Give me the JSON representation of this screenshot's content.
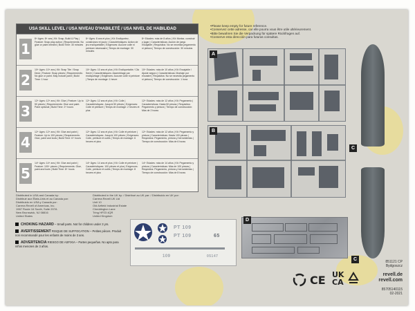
{
  "panel": {
    "heading": "USA SKILL LEVEL / USA NIVEAU D'HABILETÉ / USA NIVEL DE HABILIDAD",
    "levels": [
      {
        "number": "1",
        "en": "8+ Ages: 8+ ans | Kit: Snap, Build & Play | Feature: Snap play action | Requirements: No glue or paint needed | Build Time: 30 minutes",
        "fr": "8+ Âges: 8 ans et plus | Kit: Encliquetez, construisez et jouez | Caractéristiques: Action de jeu encliquetable | Exigences: Aucune colle ni peinture nécessaire | Temps de montage: 30 minutes",
        "es": "8+ Edades: más de 8 años | Kit: Montar, construir y jugar | Características: Acción de juego encajable | Requisitos: No se necesita pegamento ni pintura | Tiempo de construcción: 30 minutos"
      },
      {
        "number": "2",
        "en": "10+ Ages: 10+ ans | Kit: Snap Tite / Snap Deck | Feature: Snap pieces | Requirements: No glue or paint. May include paint | Build Time: 1 hour",
        "fr": "10+ Âges: 10 ans et plus | Kit: Encliquetable / Clic Serré | Caractéristiques: Assemblage par encliquetage | Exigences: Aucune colle ni peinture | Temps de montage: 1 heure",
        "es": "10+ Edades: más de 10 años | Kit: Encajable / Ajuste seguro | Características: Montaje por encastre | Requisitos: No se necesita pegamento ni pintura | Tiempo de construcción: 1 hora"
      },
      {
        "number": "3",
        "en": "12+ Ages: 12+ ans | Kit: Glue | Feature: Up to 50 pieces | Requirements: Glue and paint. Paint optional | Build Time: 2+ hours",
        "fr": "12+ Âges: 12 ans et plus | Kit: Colle | Caractéristiques: Jusqu'à 50 pièces | Exigences: Colle et peinture | Temps de montage: 2 heures et plus",
        "es": "12+ Edades: más de 12 años | Kit: Pegamento | Características: Hasta 50 piezas | Requisitos: Pegamento y pintura | Tiempo de construcción: Más de 2 horas"
      },
      {
        "number": "4",
        "en": "12+ Ages: 12+ ans | Kit: Glue and paint | Feature: Up to 100 pieces | Requirements: Glue, paint and tools | Build Time: 6+ hours",
        "fr": "12+ Âges: 12 ans et plus | Kit: Colle et peinture | Caractéristiques: Jusqu'à 100 pièces | Exigences: Colle, peinture et outils | Temps de montage: 6 heures et plus",
        "es": "12+ Edades: más de 12 años | Kit: Pegamento y pintura | Características: Hasta 100 piezas | Requisitos: Pegamento, pintura y herramientas | Tiempo de construcción: Más de 6 horas"
      },
      {
        "number": "5",
        "en": "14+ Ages: 14+ ans | Kit: Glue and paint | Feature: 100+ pieces | Requirements: Glue, paint and tools | Build Time: 8+ hours",
        "fr": "14+ Âges: 14 ans et plus | Kit: Colle et peinture | Caractéristiques: 100 pièces et plus | Exigences: Colle, peinture et outils | Temps de montage: 8 heures et plus",
        "es": "14+ Edades: más de 14 años | Kit: Pegamento y pintura | Características: Más de 100 piezas | Requisitos: Pegamento, pintura y herramientas | Tiempo de construcción: Más de 8 horas"
      }
    ]
  },
  "distribution": {
    "left": "Distributed in USA and Canada by:\nDistribué aux États-Unis et au Canada par:\nDistribuido en USA y Canadá por:\nCarrera Revell of Americas, Inc.\n1967 Route 16 South, Suite 207A\nNew Brunswick, NJ 08816\nUnited States",
    "right": "Distributed in the UK by: / Distribué au UK par: / Distribuido en UK por:\nCarrera Revell UK Ltd\nUnit 10\nOld Airfield Industrial Estate\nCheddington Lane\nTring HP23 4QR\nUnited Kingdom"
  },
  "warnings": [
    {
      "title": "CHOKING HAZARD",
      "text": "– Small parts. Not for children under 3 yrs."
    },
    {
      "title": "AVERTISSEMENT",
      "text": "RISQUE DE SUFFOCATION – Petites pièces. Produit non recommandé pour les enfants de moins de 3 ans."
    },
    {
      "title": "ADVERTENCIA",
      "text": "RIESGO DE ASFIXIA – Partes pequeñas. No apto para niños menores de 3 años."
    }
  ],
  "notes": [
    "Please keep empty for future reference.",
    "Conservez cette adresse, car elle pourra vous être utile ultérieurement.",
    "Bitte bewahren Sie die Verpackung für spätere Rückfragen auf.",
    "Conserve esta dirección para futuras consultas."
  ],
  "sprue_labels": {
    "a": "A",
    "b": "B",
    "c": "C",
    "d": "D"
  },
  "decal": {
    "hull_number": "PT 109",
    "hull_number_small": "109",
    "side_number": "65",
    "sheet_code": "05147"
  },
  "product": {
    "code": "851121 CP",
    "ref": "Bydgoszcz",
    "site_1": "revell.de",
    "site_2": "revell.com",
    "barcode": "85705140115",
    "date": "02-2021"
  },
  "marks": {
    "ce": "CE",
    "ukca_top": "UK",
    "ukca_bottom": "CA"
  },
  "colors": {
    "box": "#d9d7d0",
    "blob": "#e9dd95",
    "plastic": "#7a7f86",
    "hull": "#5f666a",
    "panel_head": "#4a4a4a"
  }
}
